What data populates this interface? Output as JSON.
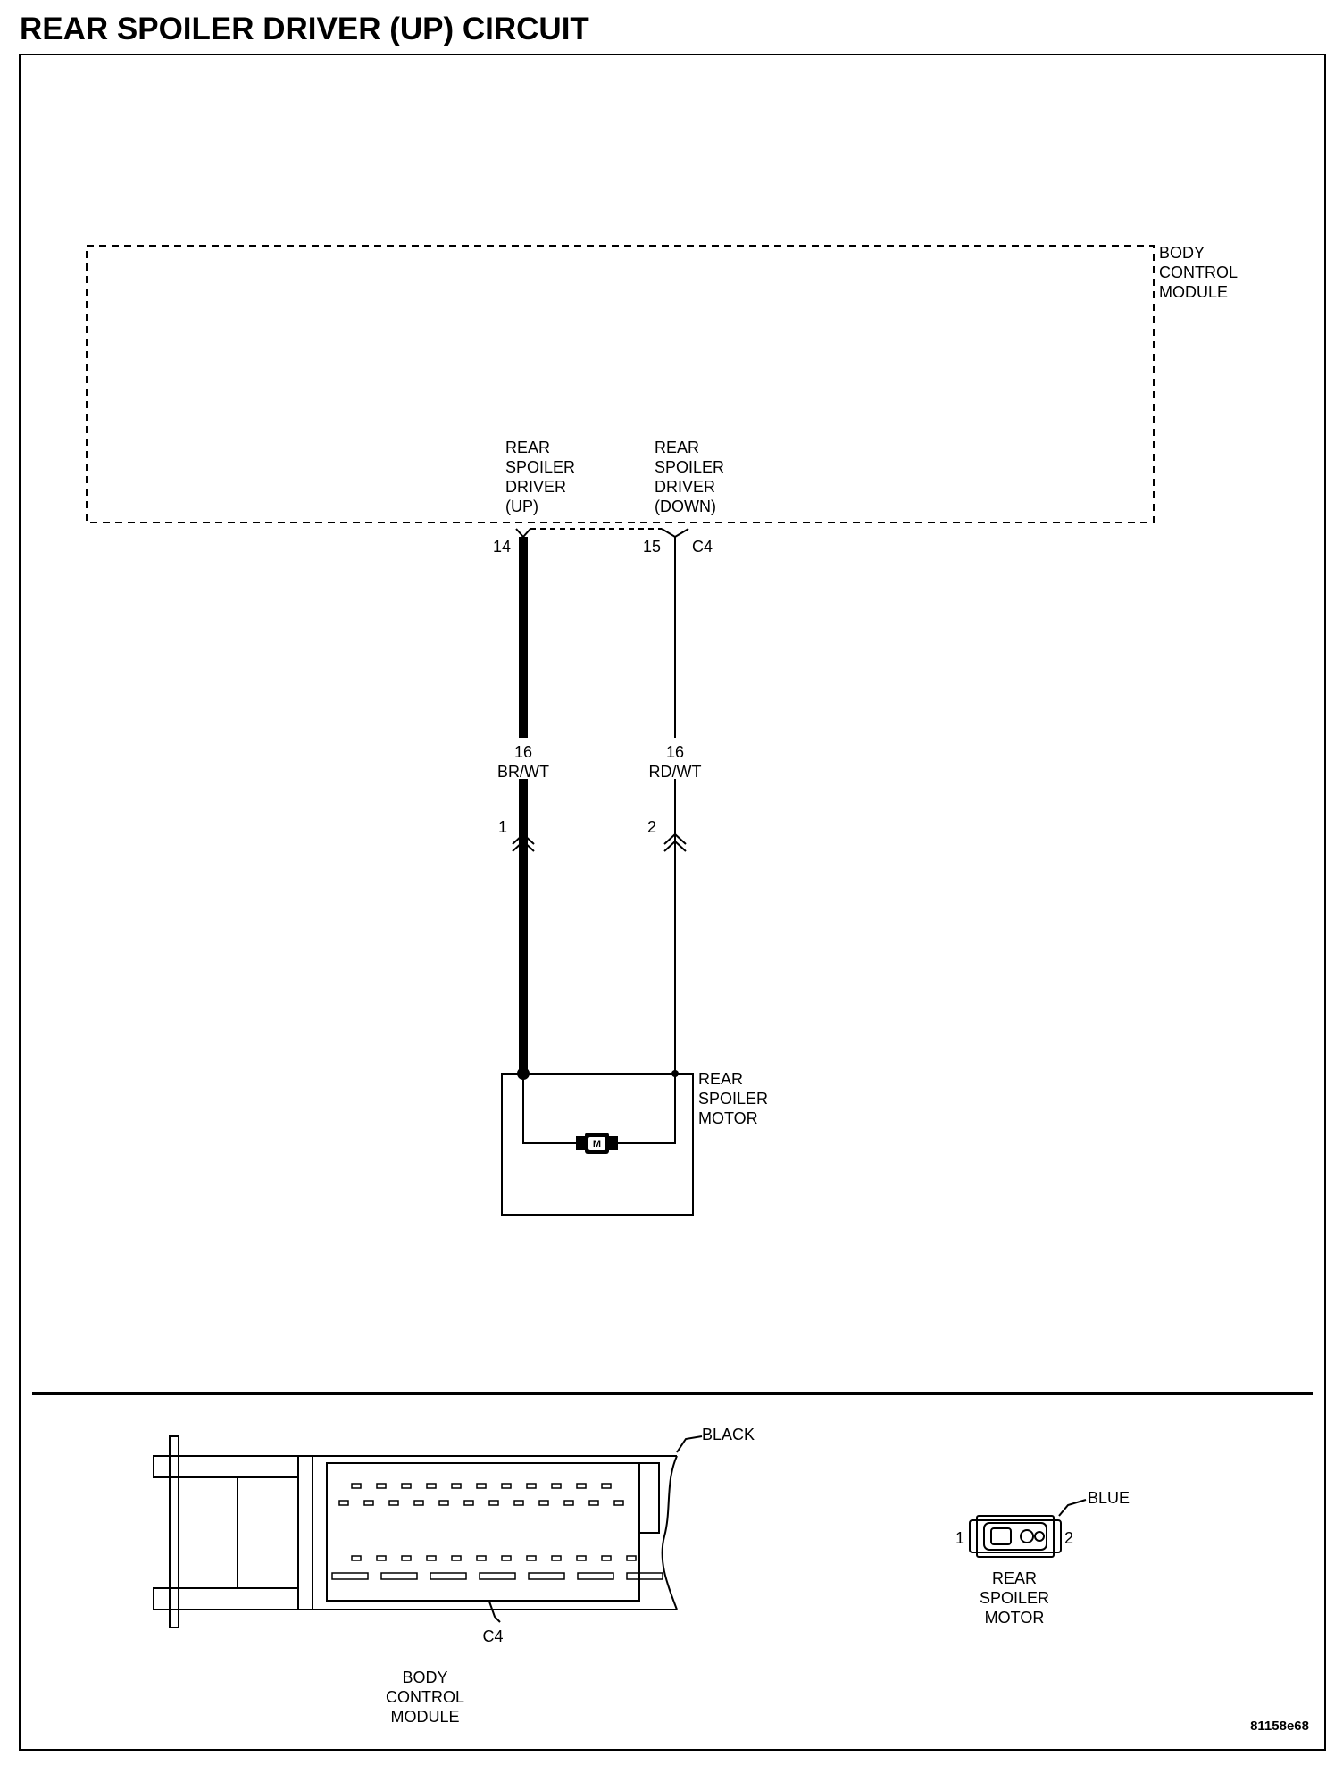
{
  "title": "REAR SPOILER DRIVER (UP) CIRCUIT",
  "bcm": {
    "name_lines": [
      "BODY",
      "CONTROL",
      "MODULE"
    ],
    "connector": "C4",
    "pins": [
      {
        "pin": "14",
        "label_lines": [
          "REAR",
          "SPOILER",
          "DRIVER",
          "(UP)"
        ]
      },
      {
        "pin": "15",
        "label_lines": [
          "REAR",
          "SPOILER",
          "DRIVER",
          "(DOWN)"
        ]
      }
    ]
  },
  "wires": [
    {
      "gauge": "16",
      "color": "BR/WT",
      "motor_pin": "1",
      "highlighted": true
    },
    {
      "gauge": "16",
      "color": "RD/WT",
      "motor_pin": "2",
      "highlighted": false
    }
  ],
  "motor": {
    "name_lines": [
      "REAR",
      "SPOILER",
      "MOTOR"
    ],
    "symbol": "M"
  },
  "connector_views": {
    "bcm": {
      "color_label": "BLACK",
      "connector": "C4",
      "name_lines": [
        "BODY",
        "CONTROL",
        "MODULE"
      ]
    },
    "motor": {
      "color_label": "BLUE",
      "pin_left": "1",
      "pin_right": "2",
      "name_lines": [
        "REAR",
        "SPOILER",
        "MOTOR"
      ]
    }
  },
  "figure_id": "81158e68"
}
